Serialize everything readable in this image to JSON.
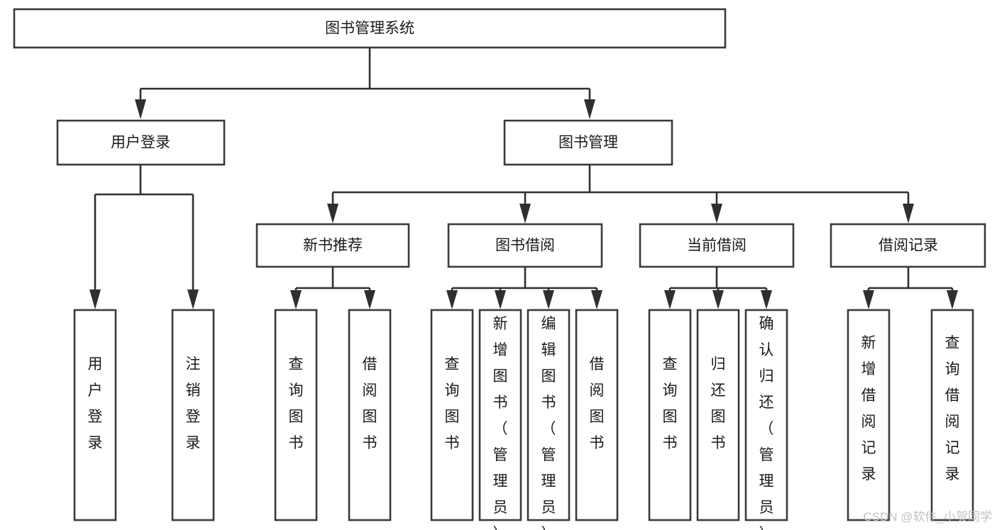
{
  "diagram": {
    "title": "图书管理系统",
    "type": "tree-hierarchy",
    "orientation": "top-down",
    "root": {
      "id": "root",
      "label": "图书管理系统"
    },
    "level1": [
      {
        "id": "user-login",
        "label": "用户登录"
      },
      {
        "id": "book-manage",
        "label": "图书管理"
      }
    ],
    "level2": [
      {
        "id": "new-book-rec",
        "label": "新书推荐",
        "parent": "book-manage"
      },
      {
        "id": "book-borrow",
        "label": "图书借阅",
        "parent": "book-manage"
      },
      {
        "id": "current-borrow",
        "label": "当前借阅",
        "parent": "book-manage"
      },
      {
        "id": "borrow-record",
        "label": "借阅记录",
        "parent": "book-manage"
      }
    ],
    "leaves": [
      {
        "id": "leaf-user-login",
        "label": "用户登录",
        "parent": "user-login"
      },
      {
        "id": "leaf-logout-login",
        "label": "注销登录",
        "parent": "user-login"
      },
      {
        "id": "leaf-query-book-1",
        "label": "查询图书",
        "parent": "new-book-rec"
      },
      {
        "id": "leaf-borrow-book-1",
        "label": "借阅图书",
        "parent": "new-book-rec"
      },
      {
        "id": "leaf-query-book-2",
        "label": "查询图书",
        "parent": "book-borrow"
      },
      {
        "id": "leaf-add-book",
        "label": "新增图书（管理员）",
        "parent": "book-borrow"
      },
      {
        "id": "leaf-edit-book",
        "label": "编辑图书（管理员）",
        "parent": "book-borrow"
      },
      {
        "id": "leaf-borrow-book-2",
        "label": "借阅图书",
        "parent": "book-borrow"
      },
      {
        "id": "leaf-query-book-3",
        "label": "查询图书",
        "parent": "current-borrow"
      },
      {
        "id": "leaf-return-book",
        "label": "归还图书",
        "parent": "current-borrow"
      },
      {
        "id": "leaf-confirm-return",
        "label": "确认归还（管理员）",
        "parent": "current-borrow"
      },
      {
        "id": "leaf-add-record",
        "label": "新增借阅记录",
        "parent": "borrow-record"
      },
      {
        "id": "leaf-query-record",
        "label": "查询借阅记录",
        "parent": "borrow-record"
      }
    ]
  },
  "watermark": {
    "text": "CSDN @软件_小贺同学"
  },
  "colors": {
    "background": "#ffffff",
    "box_fill": "#ffffff",
    "box_stroke": "#3a3a3a",
    "connector": "#2f2f2f",
    "label": "#1a1a1a",
    "watermark": "#c3c3c3"
  }
}
